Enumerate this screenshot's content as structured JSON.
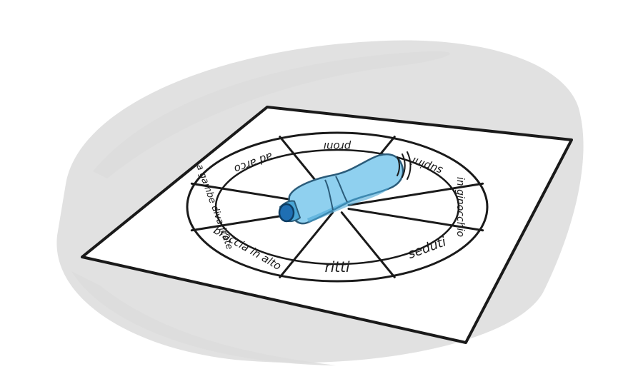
{
  "scene": {
    "colors": {
      "background": "#ffffff",
      "smudge": "#dcdcdc",
      "board": "#ffffff",
      "ink": "#1a1a1a",
      "bottle": "#8fd0ef",
      "bottle_dark": "#4aa6d6",
      "cap": "#1f6fb3"
    },
    "bottle_icon": "plastic-bottle",
    "segments": [
      {
        "label": "proni"
      },
      {
        "label": "supini"
      },
      {
        "label": "in ginocchio"
      },
      {
        "label": "seduti"
      },
      {
        "label": "ritti"
      },
      {
        "label": "braccia in alto"
      },
      {
        "label": "a gambe divaricate"
      },
      {
        "label": "ad arco"
      }
    ]
  }
}
